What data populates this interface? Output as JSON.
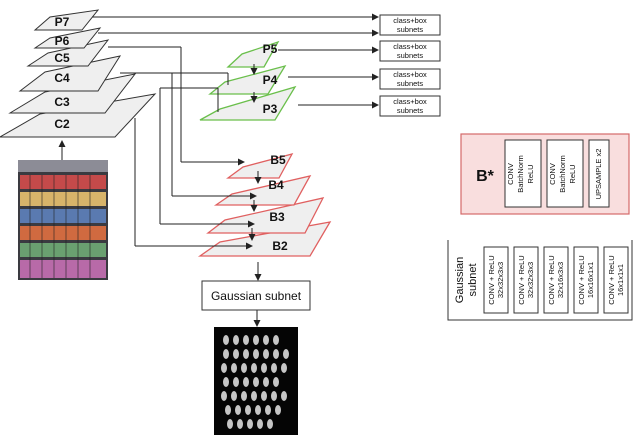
{
  "backbone": {
    "levels": [
      "P7",
      "P6",
      "C5",
      "C4",
      "C3",
      "C2"
    ]
  },
  "fpn": {
    "levels": [
      "P5",
      "P4",
      "P3"
    ],
    "color": "#6abf4b"
  },
  "decoder": {
    "levels": [
      "B5",
      "B4",
      "B3",
      "B2"
    ],
    "color": "#e06060"
  },
  "heads": {
    "line1": "class+box",
    "line2": "subnets"
  },
  "bstar": {
    "title": "B*",
    "fill": "#f9dede",
    "border": "#d46a6a",
    "layers": [
      {
        "line1": "CONV",
        "line2": "BatchNorm",
        "line3": "ReLU"
      },
      {
        "line1": "CONV",
        "line2": "BatchNorm",
        "line3": "ReLU"
      },
      {
        "line1": "UPSAMPLE x2"
      }
    ]
  },
  "gaussian_subnet_box": {
    "label": "Gaussian subnet"
  },
  "gaussian_table": {
    "title_line1": "Gaussian",
    "title_line2": "subnet",
    "layers": [
      {
        "line1": "CONV + ReLU",
        "line2": "32x32x3x3"
      },
      {
        "line1": "CONV + ReLU",
        "line2": "32x32x3x3"
      },
      {
        "line1": "CONV + ReLU",
        "line2": "32x16x3x3"
      },
      {
        "line1": "CONV + ReLU",
        "line2": "16x16x1x1"
      },
      {
        "line1": "CONV + ReLU",
        "line2": "16x1x1x1"
      }
    ]
  }
}
